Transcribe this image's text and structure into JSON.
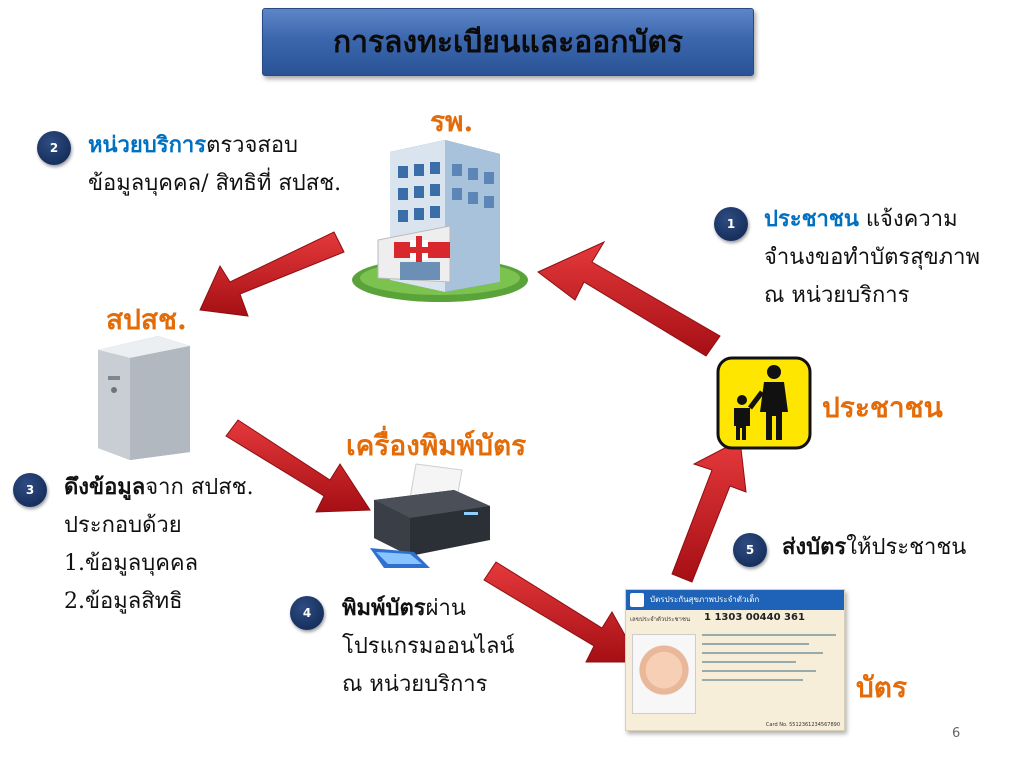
{
  "title": "การลงทะเบียนและออกบัตร",
  "labels": {
    "hospital": "รพ.",
    "nhso": "สปสช.",
    "printer": "เครื่องพิมพ์บัตร",
    "citizen": "ประชาชน",
    "card": "บัตร"
  },
  "steps": [
    {
      "num": "1",
      "highlight": "ประชาชน",
      "line1_rest": " แจ้งความ",
      "lines": [
        "จำนงขอทำบัตรสุขภาพ",
        "ณ หน่วยบริการ"
      ]
    },
    {
      "num": "2",
      "highlight": "หน่วยบริการ",
      "line1_rest": "ตรวจสอบ",
      "lines": [
        "ข้อมูลบุคคล/ สิทธิที่ สปสช."
      ]
    },
    {
      "num": "3",
      "highlight": "ดึงข้อมูล",
      "line1_rest": "จาก สปสช.",
      "lines": [
        "ประกอบด้วย",
        "1.ข้อมูลบุคคล",
        "2.ข้อมูลสิทธิ"
      ]
    },
    {
      "num": "4",
      "highlight": "พิมพ์บัตร",
      "line1_rest": "ผ่าน",
      "lines": [
        "โปรแกรมออนไลน์",
        "ณ หน่วยบริการ"
      ]
    },
    {
      "num": "5",
      "highlight": "ส่งบัตร",
      "line1_rest": "ให้ประชาชน",
      "lines": []
    }
  ],
  "card": {
    "header": "บัตรประกันสุขภาพประจำตัวเด็ก",
    "id_label": "เลขประจำตัวประชาชน",
    "id_number": "1 1303 00440 361",
    "card_no": "Card No. 5512361234567890"
  },
  "page_number": "6",
  "colors": {
    "orange": "#e36c09",
    "blue": "#0070c0",
    "arrow": "#c0171d",
    "title_bg": "#3c67ad"
  }
}
